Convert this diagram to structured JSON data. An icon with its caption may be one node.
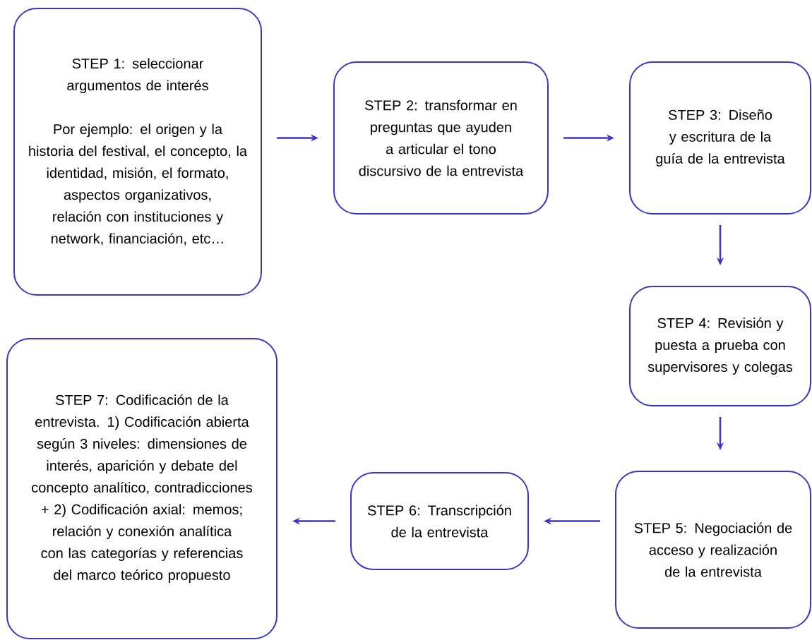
{
  "diagram": {
    "nodes": [
      {
        "text": [
          "STEP 1: seleccionar argumentos de interés",
          "Por ejemplo: el origen y la historia del festival, el concepto, la identidad, misión, el formato, aspectos organizativos, relación con instituciones y network, financiación, etc…"
        ]
      },
      {
        "text": [
          "STEP 2: transformar en preguntas que ayuden a articular el tono discursivo de la entrevista"
        ]
      },
      {
        "text": [
          "STEP 3: Diseño y escritura de la guía de la entrevista"
        ]
      },
      {
        "text": [
          "STEP 4: Revisión y puesta a prueba con supervisores y colegas"
        ]
      },
      {
        "text": [
          "STEP 5: Negociación de acceso y realización de la entrevista"
        ]
      },
      {
        "text": [
          "STEP 6: Transcripción de la entrevista"
        ]
      },
      {
        "text": [
          "STEP 7: Codificación de la entrevista. 1) Codificación abierta según 3 niveles: dimensiones de interés, aparición y debate del concepto analítico, contradicciones + 2) Codificación axial: memos; relación y conexión analítica con las categorías y referencias del marco teórico propuesto"
        ]
      }
    ],
    "edges": [
      {
        "from": 0,
        "to": 1,
        "arrow": "to"
      },
      {
        "from": 1,
        "to": 2,
        "arrow": "to"
      },
      {
        "from": 2,
        "to": 3,
        "arrow": "to"
      },
      {
        "from": 3,
        "to": 4,
        "arrow": "to"
      },
      {
        "from": 4,
        "to": 5,
        "arrow": "to"
      },
      {
        "from": 5,
        "to": 6,
        "arrow": "to"
      }
    ]
  }
}
